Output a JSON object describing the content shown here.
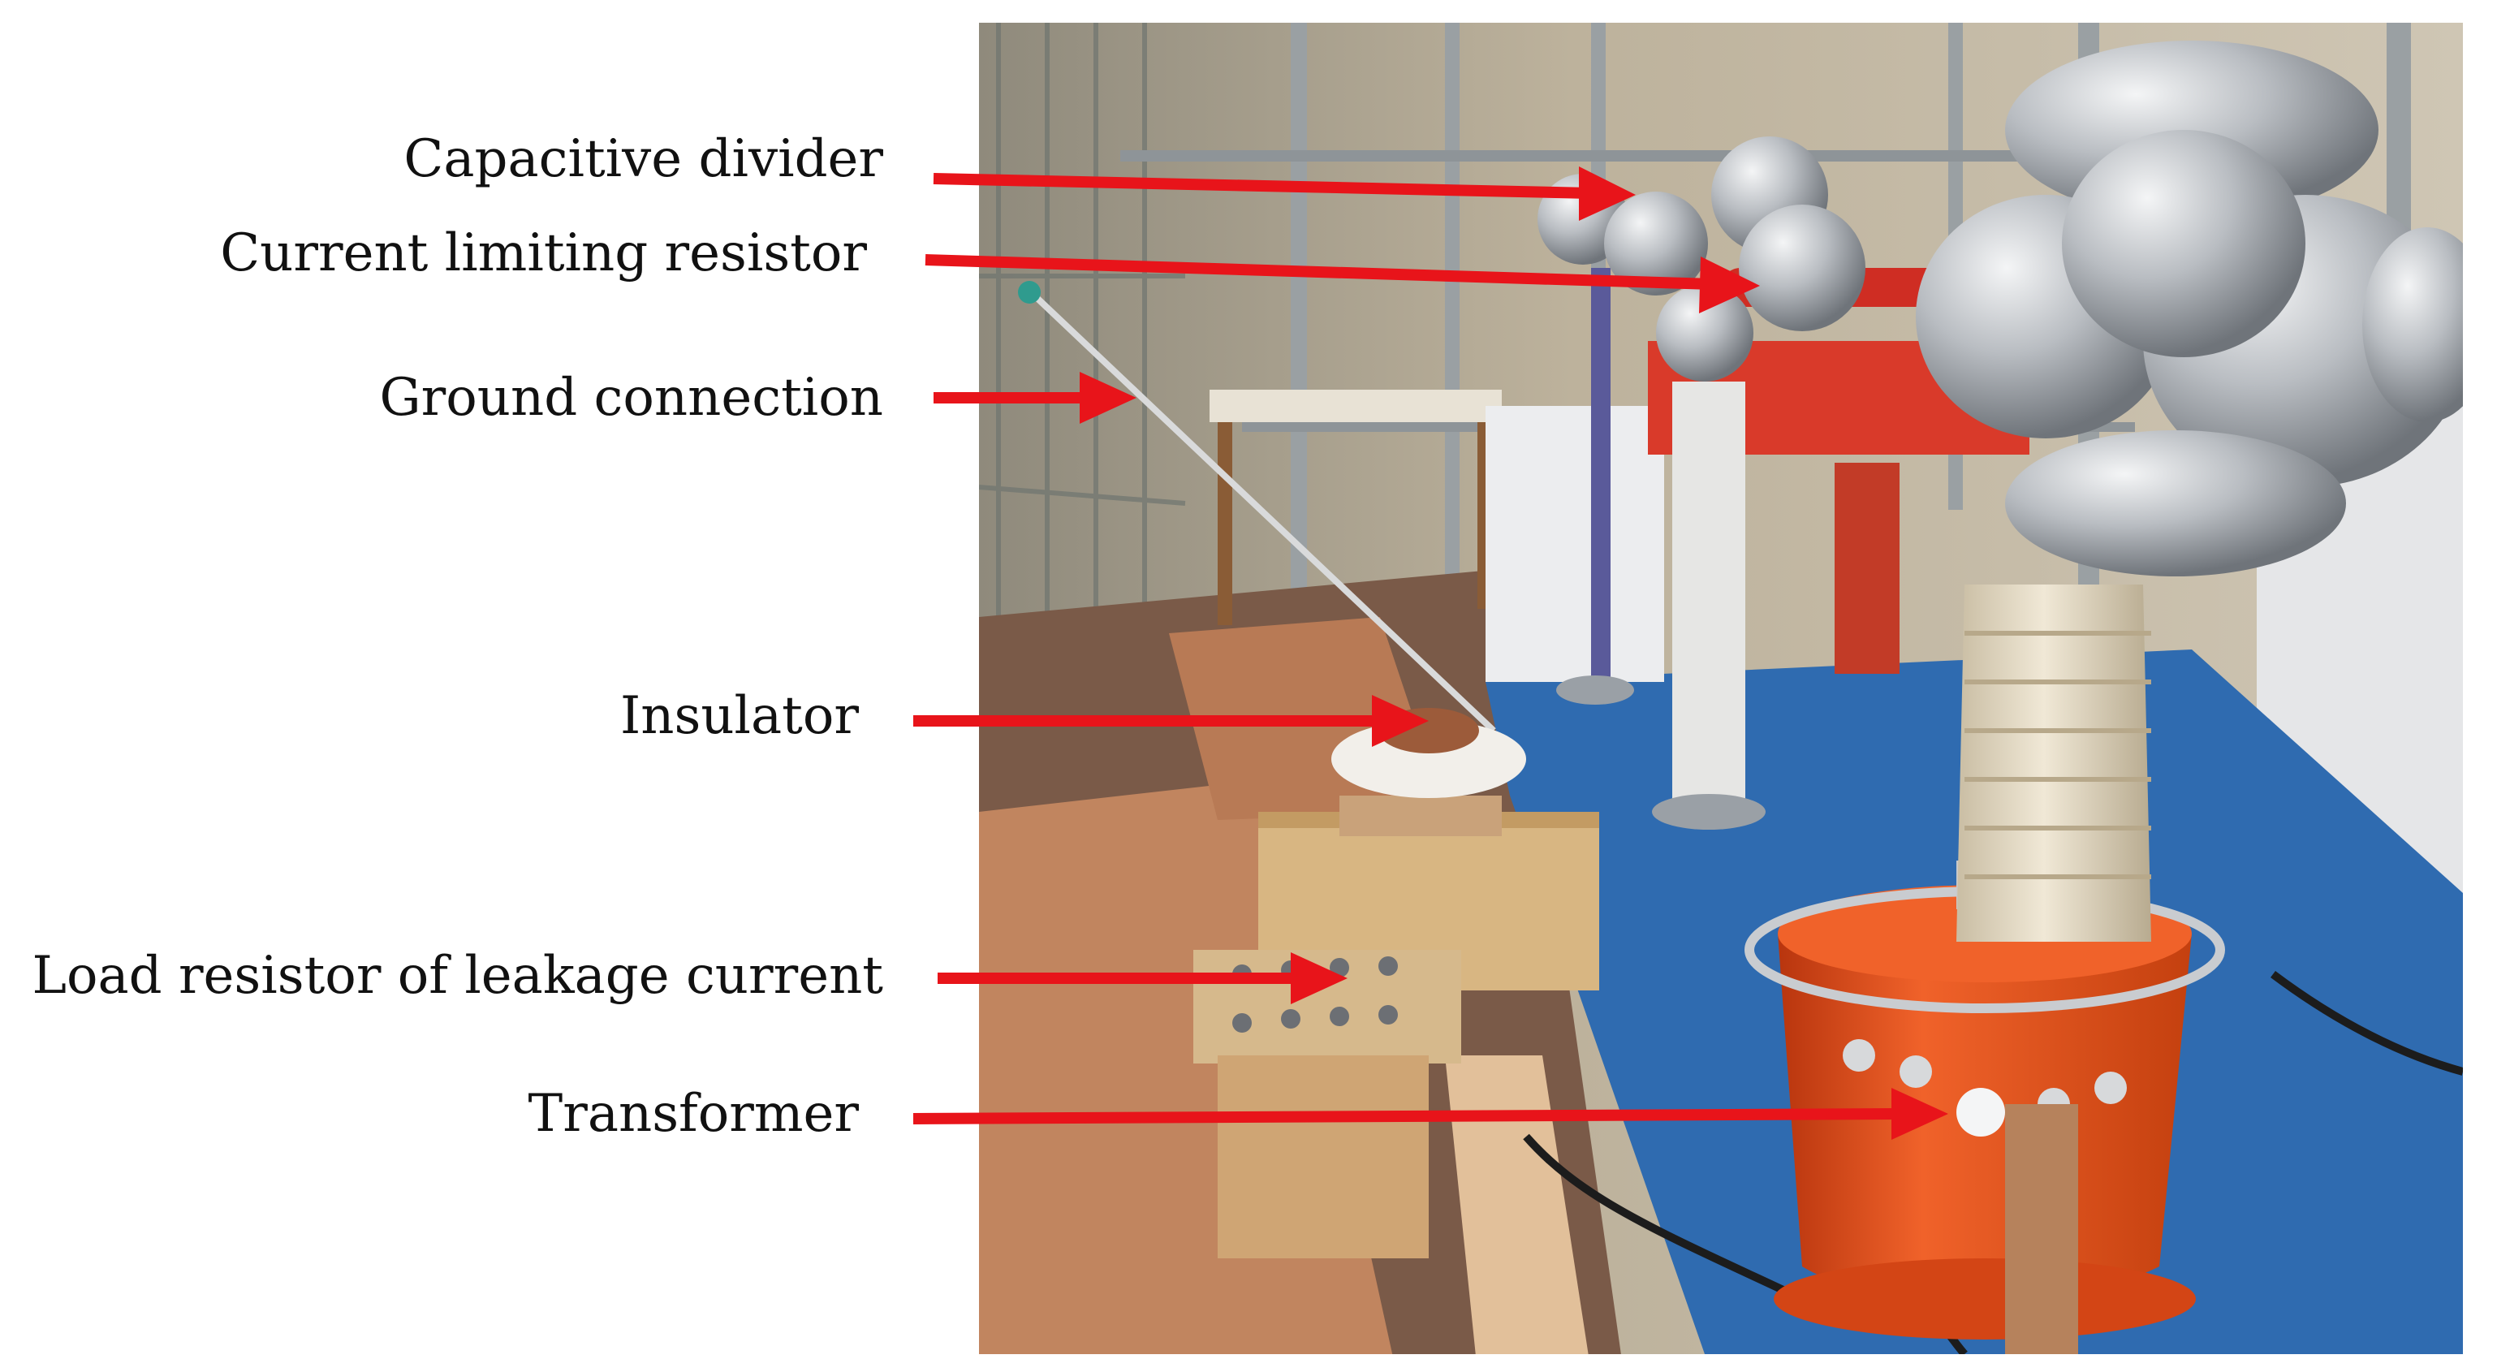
{
  "labels": [
    {
      "id": "capacitive-divider",
      "text": "Capacitive divider"
    },
    {
      "id": "current-limiting-resistor",
      "text": "Current limiting resistor"
    },
    {
      "id": "ground-connection",
      "text": "Ground connection"
    },
    {
      "id": "insulator",
      "text": "Insulator"
    },
    {
      "id": "load-resistor",
      "text": "Load resistor of leakage current"
    },
    {
      "id": "transformer",
      "text": "Transformer"
    }
  ],
  "colors": {
    "arrow": "#e8141a",
    "text": "#111111",
    "wall": "#b9ad98",
    "floor_blue": "#2f6bb0",
    "copper": "#c98a62",
    "orange_tank": "#e8531c",
    "aluminium": "#c9ccd0",
    "ceramic": "#e7dcc6",
    "wood": "#d8b682"
  }
}
